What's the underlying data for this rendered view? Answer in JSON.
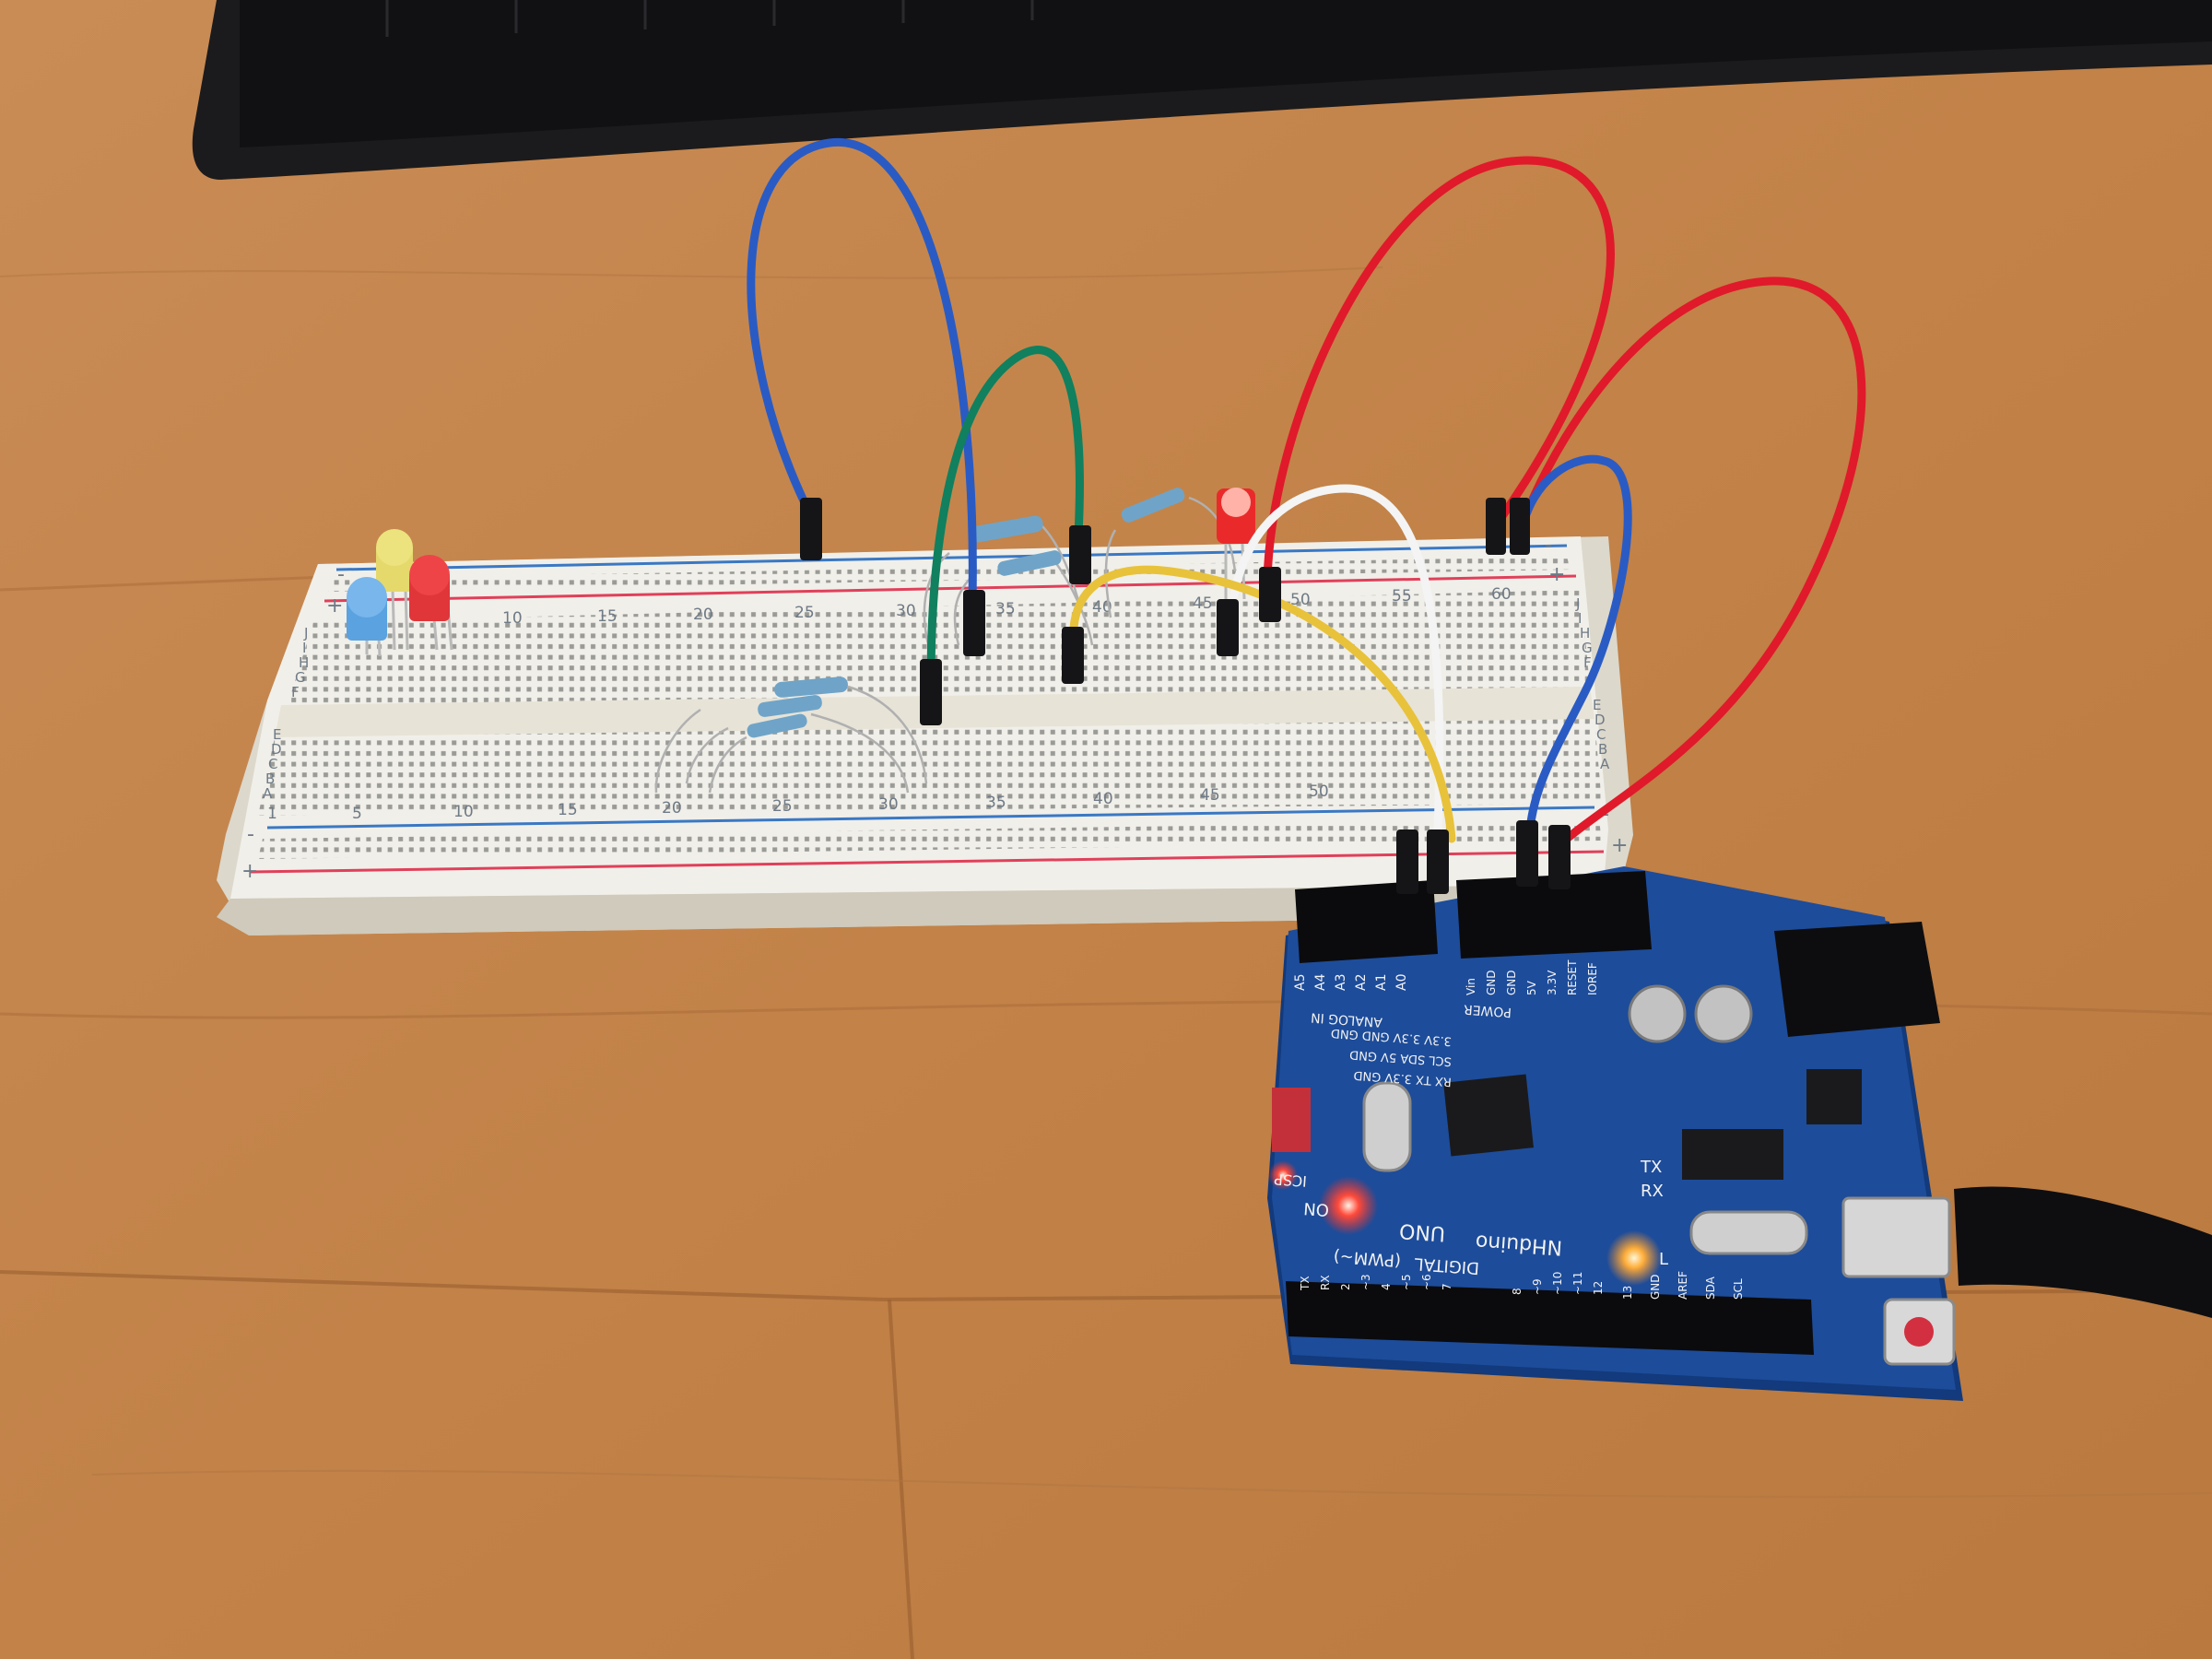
{
  "scene": {
    "colors": {
      "desk": "#c8874e",
      "breadboard": "#f1efe9",
      "board": "#1d4c9a",
      "wire_blue": "#2a5bc4",
      "wire_green": "#10805e",
      "wire_red": "#e01a2a",
      "wire_white": "#f4f4f4",
      "wire_yellow": "#e8c23a"
    },
    "breadboard": {
      "row_letters_top": [
        "J",
        "I",
        "H",
        "G",
        "F"
      ],
      "row_letters_bottom": [
        "E",
        "D",
        "C",
        "B",
        "A"
      ],
      "columns_top": [
        "10",
        "15",
        "20",
        "25",
        "30",
        "35",
        "40",
        "45",
        "50",
        "55",
        "60"
      ],
      "columns_bottom": [
        "1",
        "5",
        "10",
        "15",
        "20",
        "25",
        "30",
        "35",
        "40",
        "45",
        "50"
      ],
      "rail_minus": "-",
      "rail_plus": "+"
    },
    "board": {
      "brand": "NHduino",
      "model": "UNO",
      "digital": "DIGITAL",
      "pwm": "(PWM~)",
      "power": "POWER",
      "analog": "ANALOG IN",
      "icsp": "ICSP",
      "on": "ON",
      "tx": "TX",
      "rx": "RX",
      "l": "L",
      "analog_pins": [
        "A5",
        "A4",
        "A3",
        "A2",
        "A1",
        "A0"
      ],
      "power_pins": [
        "Vin",
        "GND",
        "GND",
        "5V",
        "3.3V",
        "RESET",
        "IOREF"
      ],
      "header_row_1": "3.3V 3.3V GND GND",
      "header_row_2": "SCL SDA 5V GND",
      "header_row_3": "RX TX 3.3V GND",
      "digital_pins": [
        "TX",
        "RX",
        "2",
        "~3",
        "4",
        "~5",
        "~6",
        "7",
        "8",
        "~9",
        "~10",
        "~11",
        "12",
        "13",
        "GND",
        "AREF",
        "SDA",
        "SCL"
      ]
    }
  }
}
